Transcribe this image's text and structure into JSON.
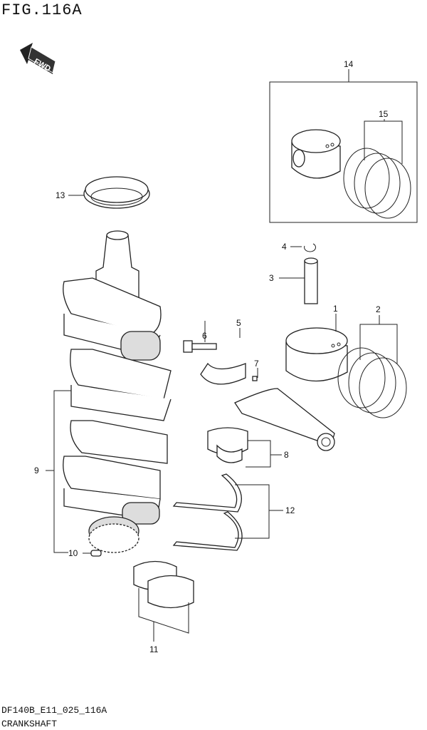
{
  "figure": {
    "title": "FIG.116A",
    "code": "DF140B_E11_025_116A",
    "caption": "CRANKSHAFT",
    "fwd_label": "FWD"
  },
  "callouts": [
    "1",
    "2",
    "3",
    "4",
    "5",
    "6",
    "7",
    "8",
    "9",
    "10",
    "11",
    "12",
    "13",
    "14",
    "15"
  ]
}
